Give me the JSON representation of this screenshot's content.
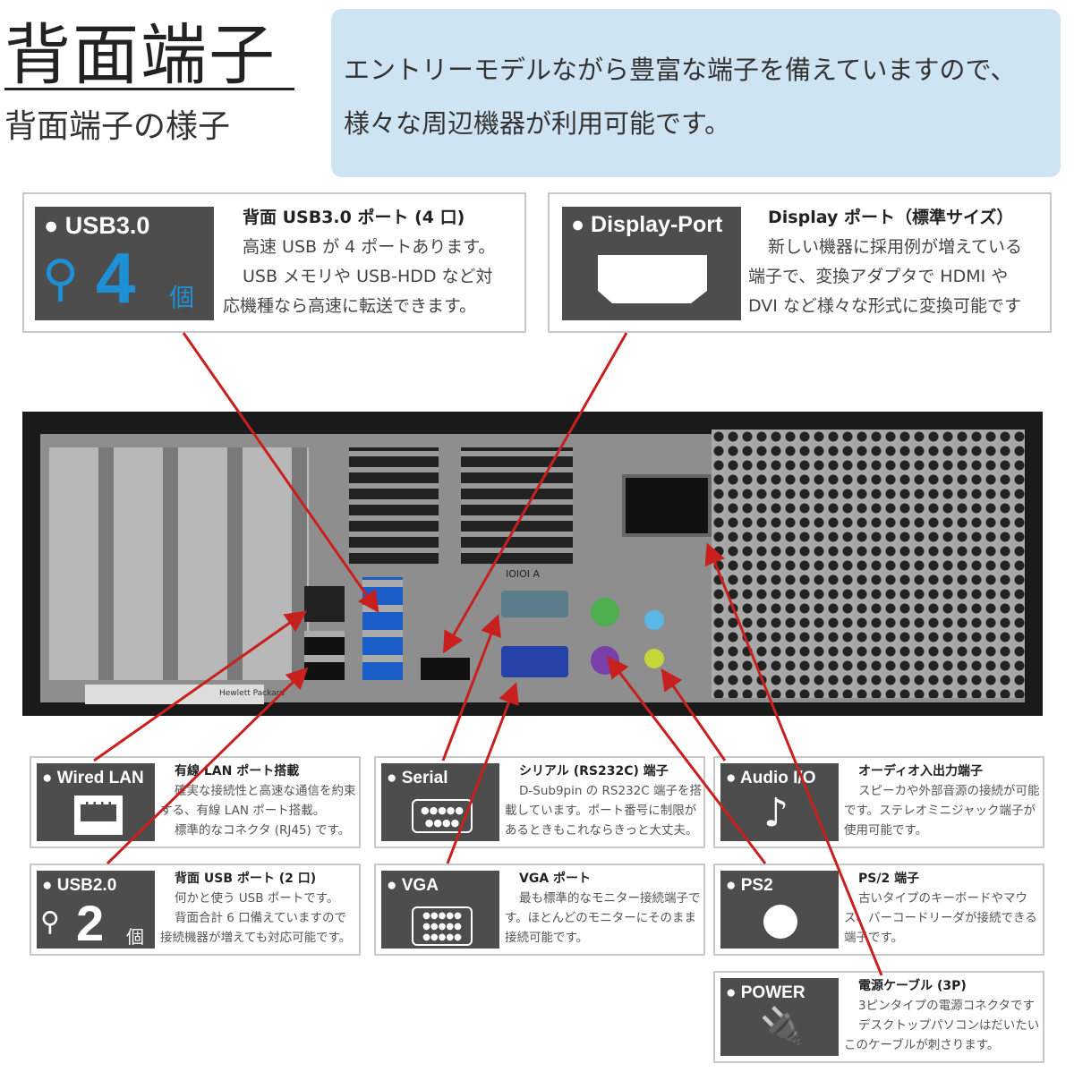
{
  "header": {
    "title": "背面端子",
    "subtitle": "背面端子の様子",
    "intro_lines": [
      "エントリーモデルながら豊富な端子を備えていますので、",
      "様々な周辺機器が利用可能です。"
    ]
  },
  "top_cards": [
    {
      "label": "● USB3.0",
      "count": "4",
      "unit": "個",
      "heading": "背面 USB3.0 ポート (4 口)",
      "lines": [
        "高速 USB が 4 ポートあります。",
        "USB メモリや USB-HDD など対",
        "応機種なら高速に転送できます。"
      ]
    },
    {
      "label": "● Display-Port",
      "heading": "Display ポート（標準サイズ）",
      "lines": [
        "新しい機器に採用例が増えている",
        "端子で、変換アダプタで HDMI や",
        "DVI など様々な形式に変換可能です"
      ]
    }
  ],
  "cards": [
    {
      "label": "● Wired LAN",
      "heading": "有線 LAN ポート搭載",
      "lines": [
        "確実な接続性と高速な通信を約束",
        "する、有線 LAN ポート搭載。",
        "標準的なコネクタ (RJ45) です。"
      ]
    },
    {
      "label": "● USB2.0",
      "count": "2",
      "unit": "個",
      "heading": "背面 USB ポート (2 口)",
      "lines": [
        "何かと使う USB ポートです。",
        "背面合計 6 口備えていますので",
        "接続機器が増えても対応可能です。"
      ]
    },
    {
      "label": "● Serial",
      "heading": "シリアル (RS232C) 端子",
      "lines": [
        "D-Sub9pin の RS232C 端子を搭",
        "載しています。ポート番号に制限が",
        "あるときもこれならきっと大丈夫。"
      ]
    },
    {
      "label": "● VGA",
      "heading": "VGA ポート",
      "lines": [
        "最も標準的なモニター接続端子で",
        "す。ほとんどのモニターにそのまま",
        "接続可能です。"
      ]
    },
    {
      "label": "● Audio I/O",
      "heading": "オーディオ入出力端子",
      "lines": [
        "スピーカや外部音源の接続が可能",
        "です。ステレオミニジャック端子が",
        "使用可能です。"
      ]
    },
    {
      "label": "● PS2",
      "heading": "PS/2 端子",
      "lines": [
        "古いタイプのキーボードやマウ",
        "ス、バーコードリーダが接続できる",
        "端子です。"
      ]
    },
    {
      "label": "● POWER",
      "heading": "電源ケーブル (3P)",
      "lines": [
        "3ピンタイプの電源コネクタです",
        "デスクトップパソコンはだいたい",
        "このケーブルが刺さります。"
      ]
    }
  ],
  "photo": {
    "serial_label": "IOIOI A",
    "brand_label": "Hewlett Packard"
  },
  "colors": {
    "panel": "#4d4d4d",
    "accent_blue": "#1e90d6",
    "arrow": "#c8201f",
    "intro_bg": "#cfe4f3"
  }
}
